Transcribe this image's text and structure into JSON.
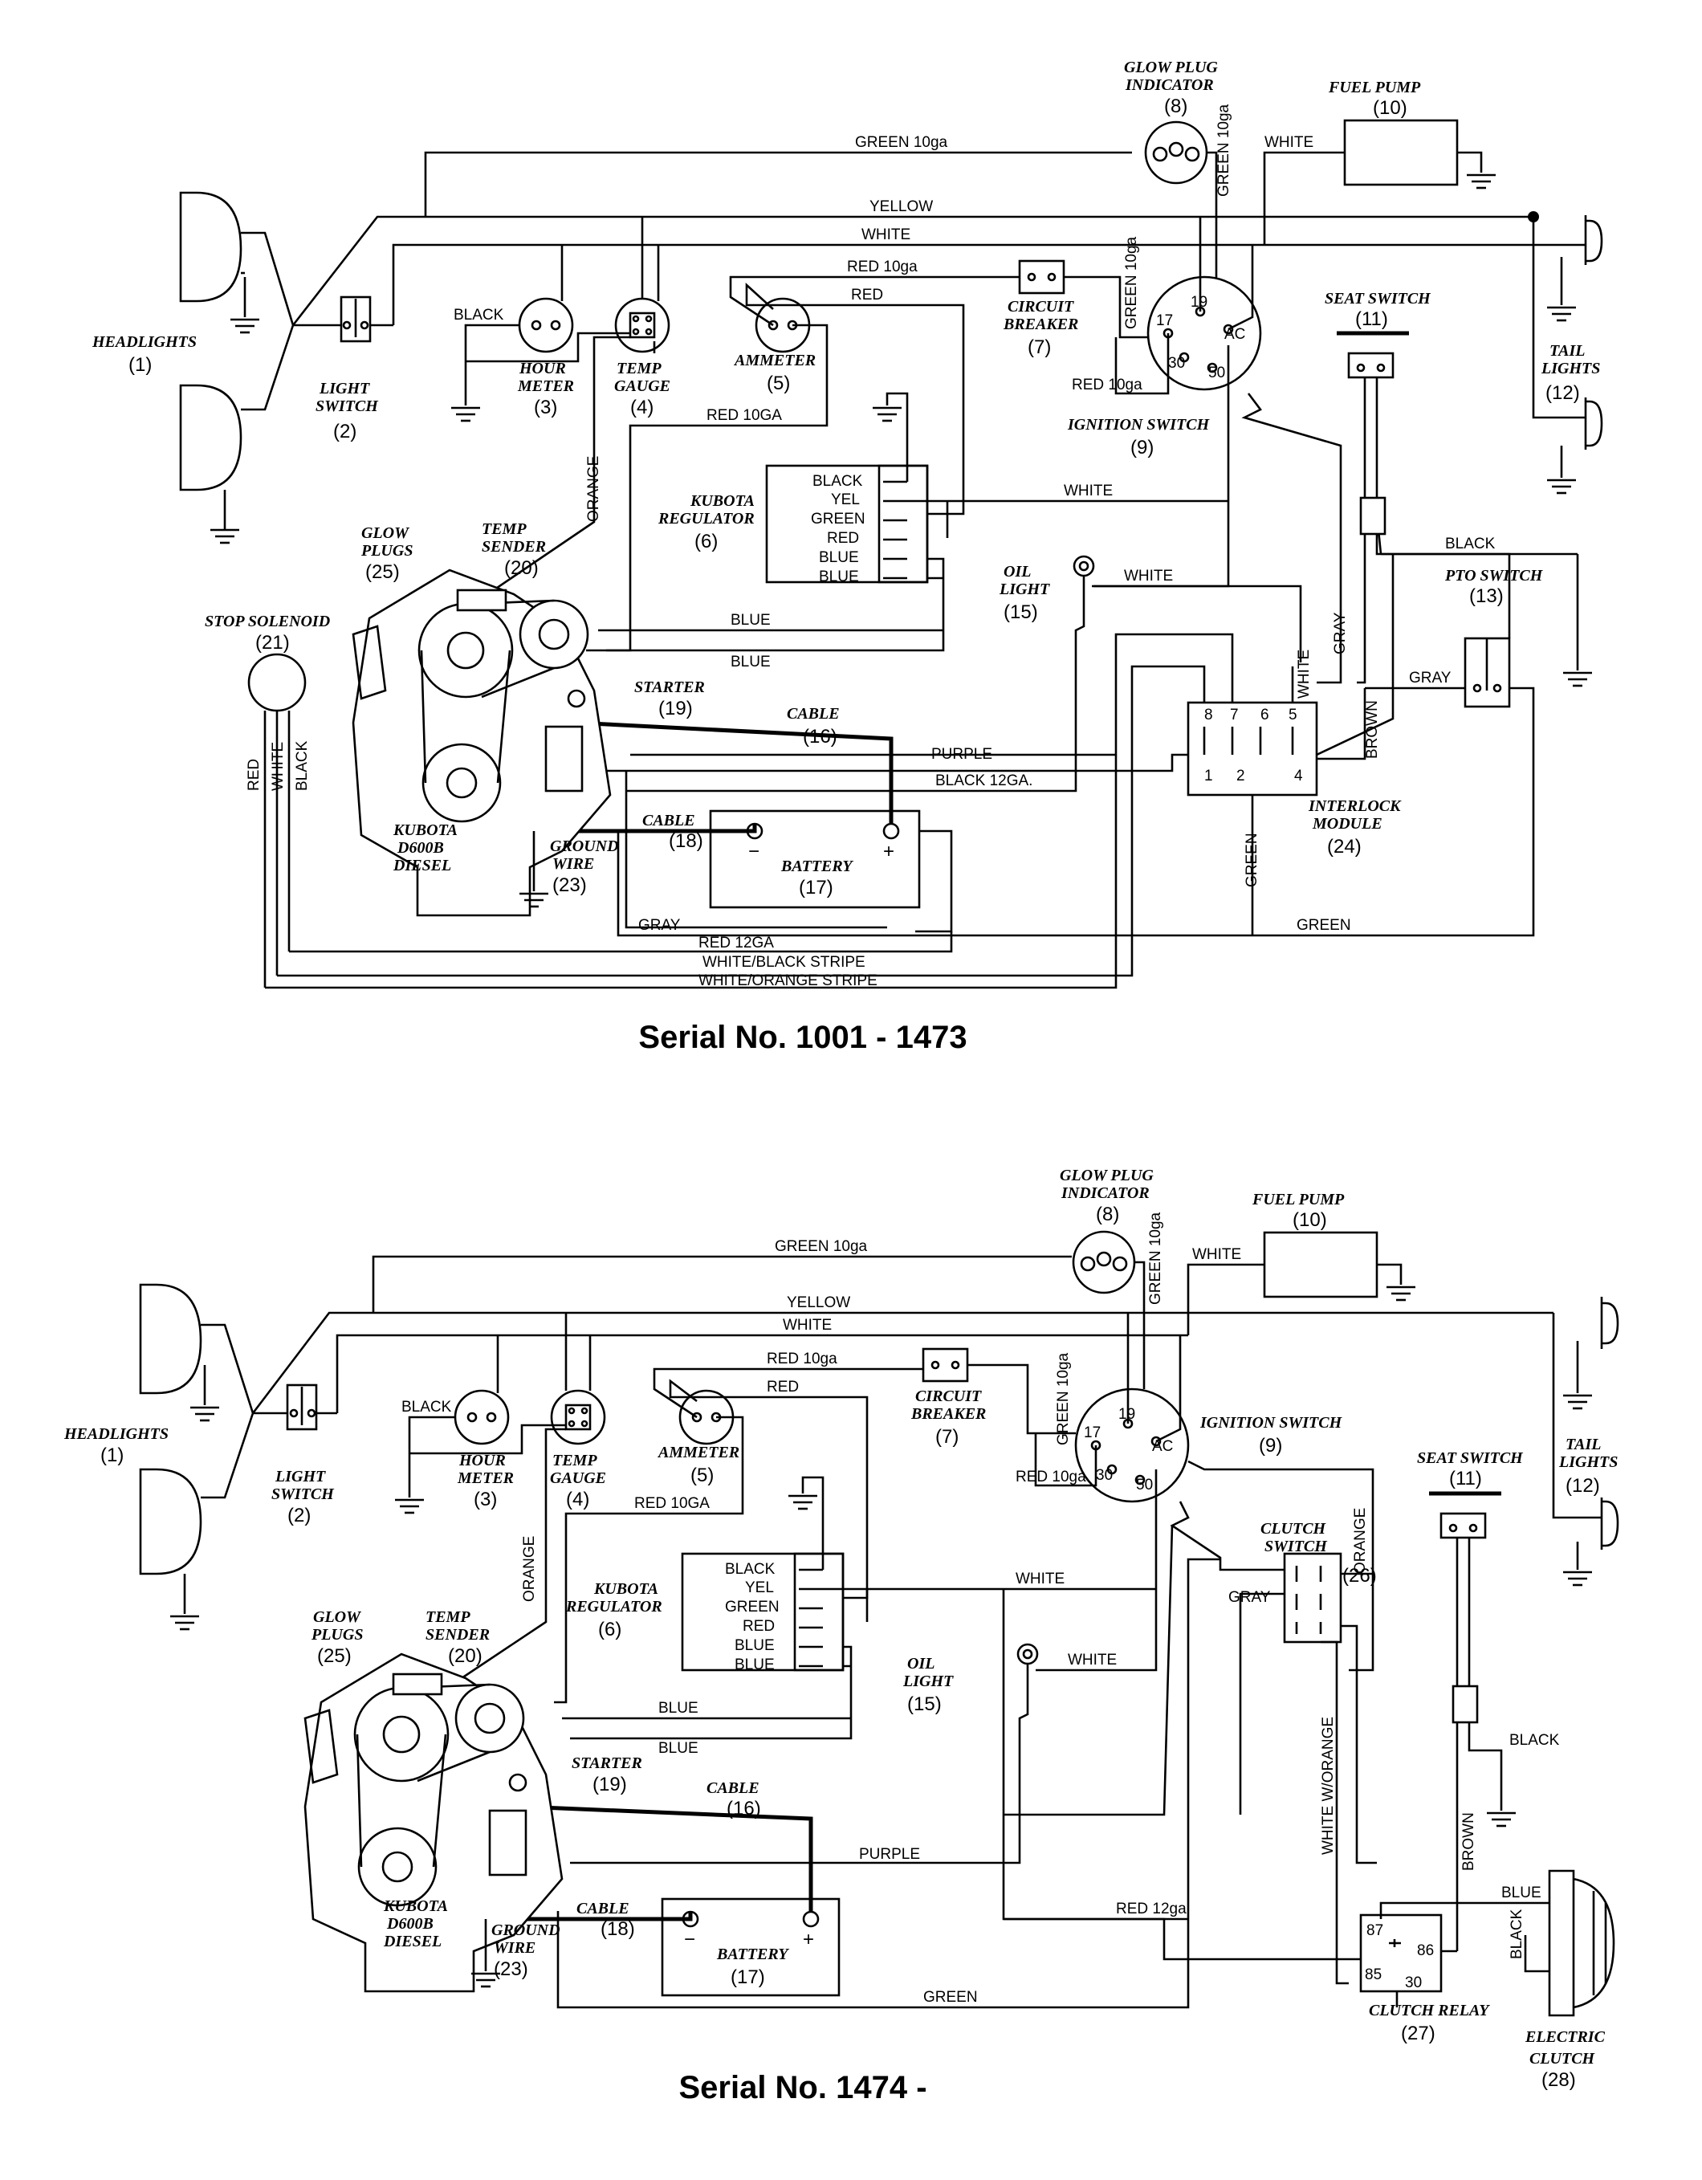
{
  "diagram1": {
    "serial": "Serial No. 1001 - 1473",
    "components": {
      "headlights": {
        "name": "HEADLIGHTS",
        "num": "(1)"
      },
      "light_switch": {
        "name1": "LIGHT",
        "name2": "SWITCH",
        "num": "(2)"
      },
      "hour_meter": {
        "name1": "HOUR",
        "name2": "METER",
        "num": "(3)"
      },
      "temp_gauge": {
        "name1": "TEMP",
        "name2": "GAUGE",
        "num": "(4)"
      },
      "ammeter": {
        "name": "AMMETER",
        "num": "(5)"
      },
      "regulator": {
        "name1": "KUBOTA",
        "name2": "REGULATOR",
        "num": "(6)"
      },
      "circuit_breaker": {
        "name1": "CIRCUIT",
        "name2": "BREAKER",
        "num": "(7)"
      },
      "glow_plug_indicator": {
        "name1": "GLOW PLUG",
        "name2": "INDICATOR",
        "num": "(8)"
      },
      "ignition_switch": {
        "name": "IGNITION SWITCH",
        "num": "(9)"
      },
      "fuel_pump": {
        "name": "FUEL PUMP",
        "num": "(10)"
      },
      "seat_switch": {
        "name": "SEAT SWITCH",
        "num": "(11)"
      },
      "tail_lights": {
        "name1": "TAIL",
        "name2": "LIGHTS",
        "num": "(12)"
      },
      "pto_switch": {
        "name": "PTO SWITCH",
        "num": "(13)"
      },
      "oil_light": {
        "name1": "OIL",
        "name2": "LIGHT",
        "num": "(15)"
      },
      "cable_16": {
        "name": "CABLE",
        "num": "(16)"
      },
      "battery": {
        "name": "BATTERY",
        "num": "(17)"
      },
      "cable_18": {
        "name": "CABLE",
        "num": "(18)"
      },
      "starter": {
        "name": "STARTER",
        "num": "(19)"
      },
      "temp_sender": {
        "name1": "TEMP",
        "name2": "SENDER",
        "num": "(20)"
      },
      "stop_solenoid": {
        "name": "STOP SOLENOID",
        "num": "(21)"
      },
      "ground_wire": {
        "name1": "GROUND",
        "name2": "WIRE",
        "num": "(23)"
      },
      "interlock_module": {
        "name1": "INTERLOCK",
        "name2": "MODULE",
        "num": "(24)"
      },
      "glow_plugs": {
        "name1": "GLOW",
        "name2": "PLUGS",
        "num": "(25)"
      },
      "engine": {
        "name1": "KUBOTA",
        "name2": "D600B",
        "name3": "DIESEL"
      }
    },
    "regulator_terminals": [
      "BLACK",
      "YEL",
      "GREEN",
      "RED",
      "BLUE",
      "BLUE"
    ],
    "ignition_terminals": [
      "19",
      "17",
      "AC",
      "30",
      "50"
    ],
    "interlock_terminals_top": [
      "8",
      "7",
      "6",
      "5"
    ],
    "interlock_terminals_bottom": [
      "1",
      "2",
      "4"
    ],
    "battery_terminals": [
      "−",
      "+"
    ],
    "wires": {
      "green_10ga": "GREEN 10ga",
      "green_10ga_v": "GREEN 10ga",
      "green_10ga_v2": "GREEN 10ga",
      "white_fp": "WHITE",
      "yellow": "YELLOW",
      "white": "WHITE",
      "red_10ga": "RED 10ga",
      "red": "RED",
      "black_hm": "BLACK",
      "red_10ga_ign": "RED 10ga",
      "red_10GA": "RED 10GA",
      "orange": "ORANGE",
      "white_reg": "WHITE",
      "white_oil": "WHITE",
      "blue1": "BLUE",
      "blue2": "BLUE",
      "purple": "PURPLE",
      "black_12ga": "BLACK 12GA.",
      "gray_v": "GRAY",
      "white_v": "WHITE",
      "brown": "BROWN",
      "gray_pto": "GRAY",
      "black_seat": "BLACK",
      "green_v": "GREEN",
      "gray": "GRAY",
      "green_b": "GREEN",
      "red_12ga": "RED 12GA",
      "white_black": "WHITE/BLACK STRIPE",
      "white_orange": "WHITE/ORANGE STRIPE",
      "red_v": "RED",
      "white_sol": "WHITE",
      "black_sol": "BLACK"
    }
  },
  "diagram2": {
    "serial": "Serial No. 1474 -",
    "components": {
      "headlights": {
        "name": "HEADLIGHTS",
        "num": "(1)"
      },
      "light_switch": {
        "name1": "LIGHT",
        "name2": "SWITCH",
        "num": "(2)"
      },
      "hour_meter": {
        "name1": "HOUR",
        "name2": "METER",
        "num": "(3)"
      },
      "temp_gauge": {
        "name1": "TEMP",
        "name2": "GAUGE",
        "num": "(4)"
      },
      "ammeter": {
        "name": "AMMETER",
        "num": "(5)"
      },
      "regulator": {
        "name1": "KUBOTA",
        "name2": "REGULATOR",
        "num": "(6)"
      },
      "circuit_breaker": {
        "name1": "CIRCUIT",
        "name2": "BREAKER",
        "num": "(7)"
      },
      "glow_plug_indicator": {
        "name1": "GLOW PLUG",
        "name2": "INDICATOR",
        "num": "(8)"
      },
      "ignition_switch": {
        "name": "IGNITION SWITCH",
        "num": "(9)"
      },
      "fuel_pump": {
        "name": "FUEL PUMP",
        "num": "(10)"
      },
      "seat_switch": {
        "name": "SEAT SWITCH",
        "num": "(11)"
      },
      "tail_lights": {
        "name1": "TAIL",
        "name2": "LIGHTS",
        "num": "(12)"
      },
      "oil_light": {
        "name1": "OIL",
        "name2": "LIGHT",
        "num": "(15)"
      },
      "cable_16": {
        "name": "CABLE",
        "num": "(16)"
      },
      "battery": {
        "name": "BATTERY",
        "num": "(17)"
      },
      "cable_18": {
        "name": "CABLE",
        "num": "(18)"
      },
      "starter": {
        "name": "STARTER",
        "num": "(19)"
      },
      "temp_sender": {
        "name1": "TEMP",
        "name2": "SENDER",
        "num": "(20)"
      },
      "ground_wire": {
        "name1": "GROUND",
        "name2": "WIRE",
        "num": "(23)"
      },
      "glow_plugs": {
        "name1": "GLOW",
        "name2": "PLUGS",
        "num": "(25)"
      },
      "clutch_switch": {
        "name1": "CLUTCH",
        "name2": "SWITCH",
        "num": "(26)"
      },
      "clutch_relay": {
        "name": "CLUTCH RELAY",
        "num": "(27)"
      },
      "electric_clutch": {
        "name1": "ELECTRIC",
        "name2": "CLUTCH",
        "num": "(28)"
      },
      "engine": {
        "name1": "KUBOTA",
        "name2": "D600B",
        "name3": "DIESEL"
      }
    },
    "regulator_terminals": [
      "BLACK",
      "YEL",
      "GREEN",
      "RED",
      "BLUE",
      "BLUE"
    ],
    "ignition_terminals": [
      "19",
      "17",
      "AC",
      "30",
      "50"
    ],
    "relay_terminals": [
      "87",
      "86",
      "85",
      "30"
    ],
    "battery_terminals": [
      "−",
      "+"
    ],
    "wires": {
      "green_10ga": "GREEN 10ga",
      "green_10ga_v": "GREEN 10ga",
      "green_10ga_v2": "GREEN 10ga",
      "white_fp": "WHITE",
      "yellow": "YELLOW",
      "white": "WHITE",
      "red_10ga": "RED 10ga",
      "red": "RED",
      "black_hm": "BLACK",
      "red_10ga_ign": "RED 10ga",
      "red_10GA": "RED 10GA",
      "orange": "ORANGE",
      "white_reg": "WHITE",
      "white_oil": "WHITE",
      "blue1": "BLUE",
      "blue2": "BLUE",
      "purple": "PURPLE",
      "red_12ga": "RED 12ga",
      "green_b": "GREEN",
      "gray": "GRAY",
      "orange_cs": "ORANGE",
      "white_orange": "WHITE W/ORANGE",
      "brown": "BROWN",
      "black_seat": "BLACK",
      "blue_cl": "BLUE",
      "black_cl": "BLACK"
    }
  }
}
